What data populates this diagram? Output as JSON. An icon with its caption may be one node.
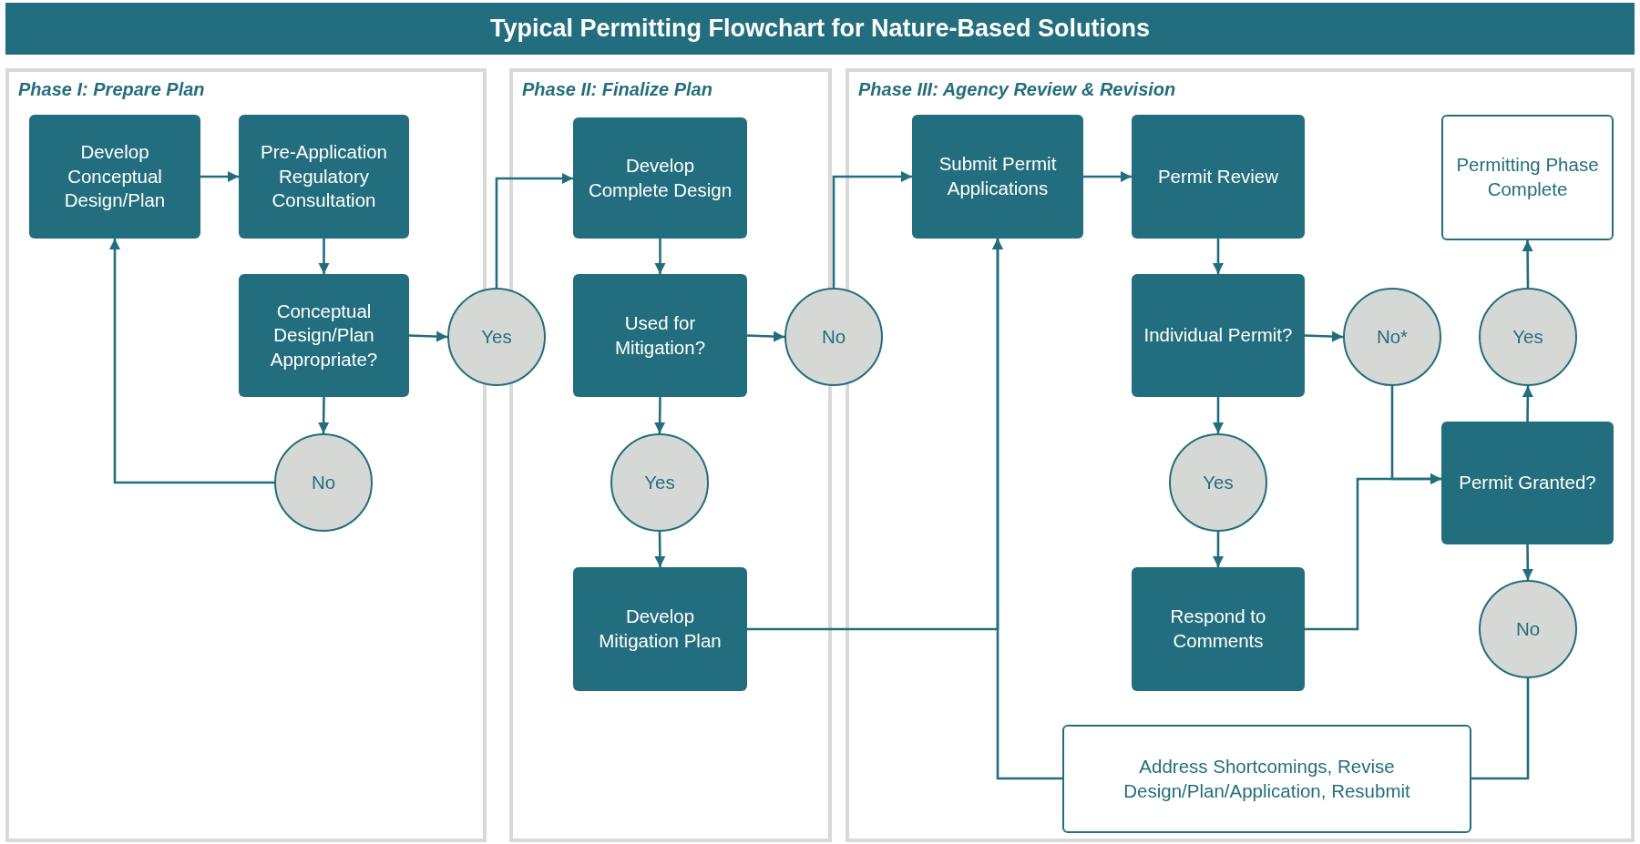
{
  "diagram": {
    "title": "Typical Permitting Flowchart for Nature-Based Solutions",
    "nodes": [
      {
        "text": [
          "Phase I: Prepare Plan"
        ]
      },
      {
        "text": [
          "Phase II: Finalize Plan"
        ]
      },
      {
        "text": [
          "Phase III: Agency Review & Revision"
        ]
      },
      {
        "text": [
          "Develop Conceptual Design/Plan"
        ],
        "in": 0
      },
      {
        "text": [
          "Pre-Application Regulatory Consultation"
        ],
        "in": 0
      },
      {
        "text": [
          "Conceptual Design/Plan Appropriate?"
        ],
        "in": 0
      },
      {
        "text": [
          "Yes"
        ]
      },
      {
        "text": [
          "No"
        ],
        "in": 0
      },
      {
        "text": [
          "Develop Complete Design"
        ],
        "in": 1
      },
      {
        "text": [
          "Used for Mitigation?"
        ],
        "in": 1
      },
      {
        "text": [
          "No"
        ]
      },
      {
        "text": [
          "Yes"
        ],
        "in": 1
      },
      {
        "text": [
          "Develop Mitigation Plan"
        ],
        "in": 1
      },
      {
        "text": [
          "Submit Permit Applications"
        ],
        "in": 2
      },
      {
        "text": [
          "Permit Review"
        ],
        "in": 2
      },
      {
        "text": [
          "Individual Permit?"
        ],
        "in": 2
      },
      {
        "text": [
          "No*"
        ],
        "in": 2
      },
      {
        "text": [
          "Yes"
        ],
        "in": 2
      },
      {
        "text": [
          "Respond to Comments"
        ],
        "in": 2
      },
      {
        "text": [
          "Permitting Phase Complete"
        ],
        "in": 2
      },
      {
        "text": [
          "Yes"
        ],
        "in": 2
      },
      {
        "text": [
          "Permit Granted?"
        ],
        "in": 2
      },
      {
        "text": [
          "No"
        ],
        "in": 2
      },
      {
        "text": [
          "Address Shortcomings, Revise Design/Plan/Application, Resubmit"
        ],
        "in": 2
      }
    ],
    "edges": [
      {
        "from": 3,
        "to": 4,
        "arrow": "to"
      },
      {
        "from": 4,
        "to": 5,
        "arrow": "to"
      },
      {
        "from": 5,
        "to": 6,
        "arrow": "to"
      },
      {
        "from": 5,
        "to": 7,
        "arrow": "to"
      },
      {
        "from": 7,
        "to": 3,
        "arrow": "to"
      },
      {
        "from": 6,
        "to": 8,
        "arrow": "to"
      },
      {
        "from": 8,
        "to": 9,
        "arrow": "to"
      },
      {
        "from": 9,
        "to": 10,
        "arrow": "to"
      },
      {
        "from": 9,
        "to": 11,
        "arrow": "to"
      },
      {
        "from": 11,
        "to": 12,
        "arrow": "to"
      },
      {
        "from": 10,
        "to": 13,
        "arrow": "to"
      },
      {
        "from": 12,
        "to": 13,
        "arrow": "to"
      },
      {
        "from": 13,
        "to": 14,
        "arrow": "to"
      },
      {
        "from": 14,
        "to": 15,
        "arrow": "to"
      },
      {
        "from": 15,
        "to": 16,
        "arrow": "to"
      },
      {
        "from": 15,
        "to": 17,
        "arrow": "to"
      },
      {
        "from": 17,
        "to": 18,
        "arrow": "to"
      },
      {
        "from": 16,
        "to": 21,
        "arrow": "to"
      },
      {
        "from": 18,
        "to": 21,
        "arrow": "to"
      },
      {
        "from": 21,
        "to": 20,
        "arrow": "to"
      },
      {
        "from": 20,
        "to": 19,
        "arrow": "to"
      },
      {
        "from": 21,
        "to": 22,
        "arrow": "to"
      },
      {
        "from": 22,
        "to": 23,
        "arrow": "none"
      },
      {
        "from": 23,
        "to": 13,
        "arrow": "to"
      }
    ]
  }
}
